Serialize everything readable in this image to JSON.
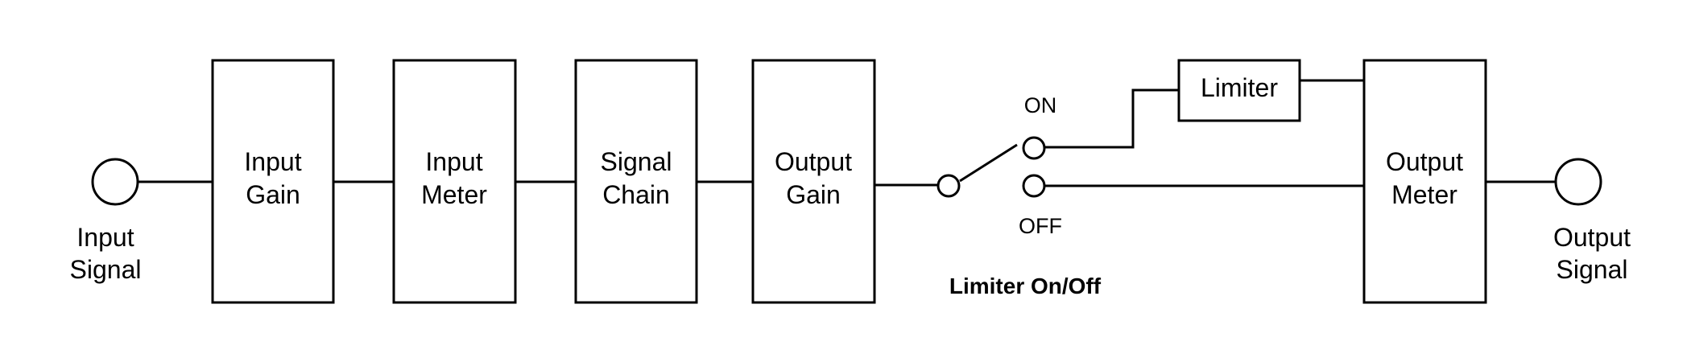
{
  "diagram": {
    "input": {
      "line1": "Input",
      "line2": "Signal"
    },
    "output": {
      "line1": "Output",
      "line2": "Signal"
    },
    "blocks": {
      "input_gain": {
        "line1": "Input",
        "line2": "Gain"
      },
      "input_meter": {
        "line1": "Input",
        "line2": "Meter"
      },
      "signal_chain": {
        "line1": "Signal",
        "line2": "Chain"
      },
      "output_gain": {
        "line1": "Output",
        "line2": "Gain"
      },
      "limiter": {
        "label": "Limiter"
      },
      "output_meter": {
        "line1": "Output",
        "line2": "Meter"
      }
    },
    "switch": {
      "on_label": "ON",
      "off_label": "OFF",
      "caption": "Limiter On/Off"
    }
  }
}
